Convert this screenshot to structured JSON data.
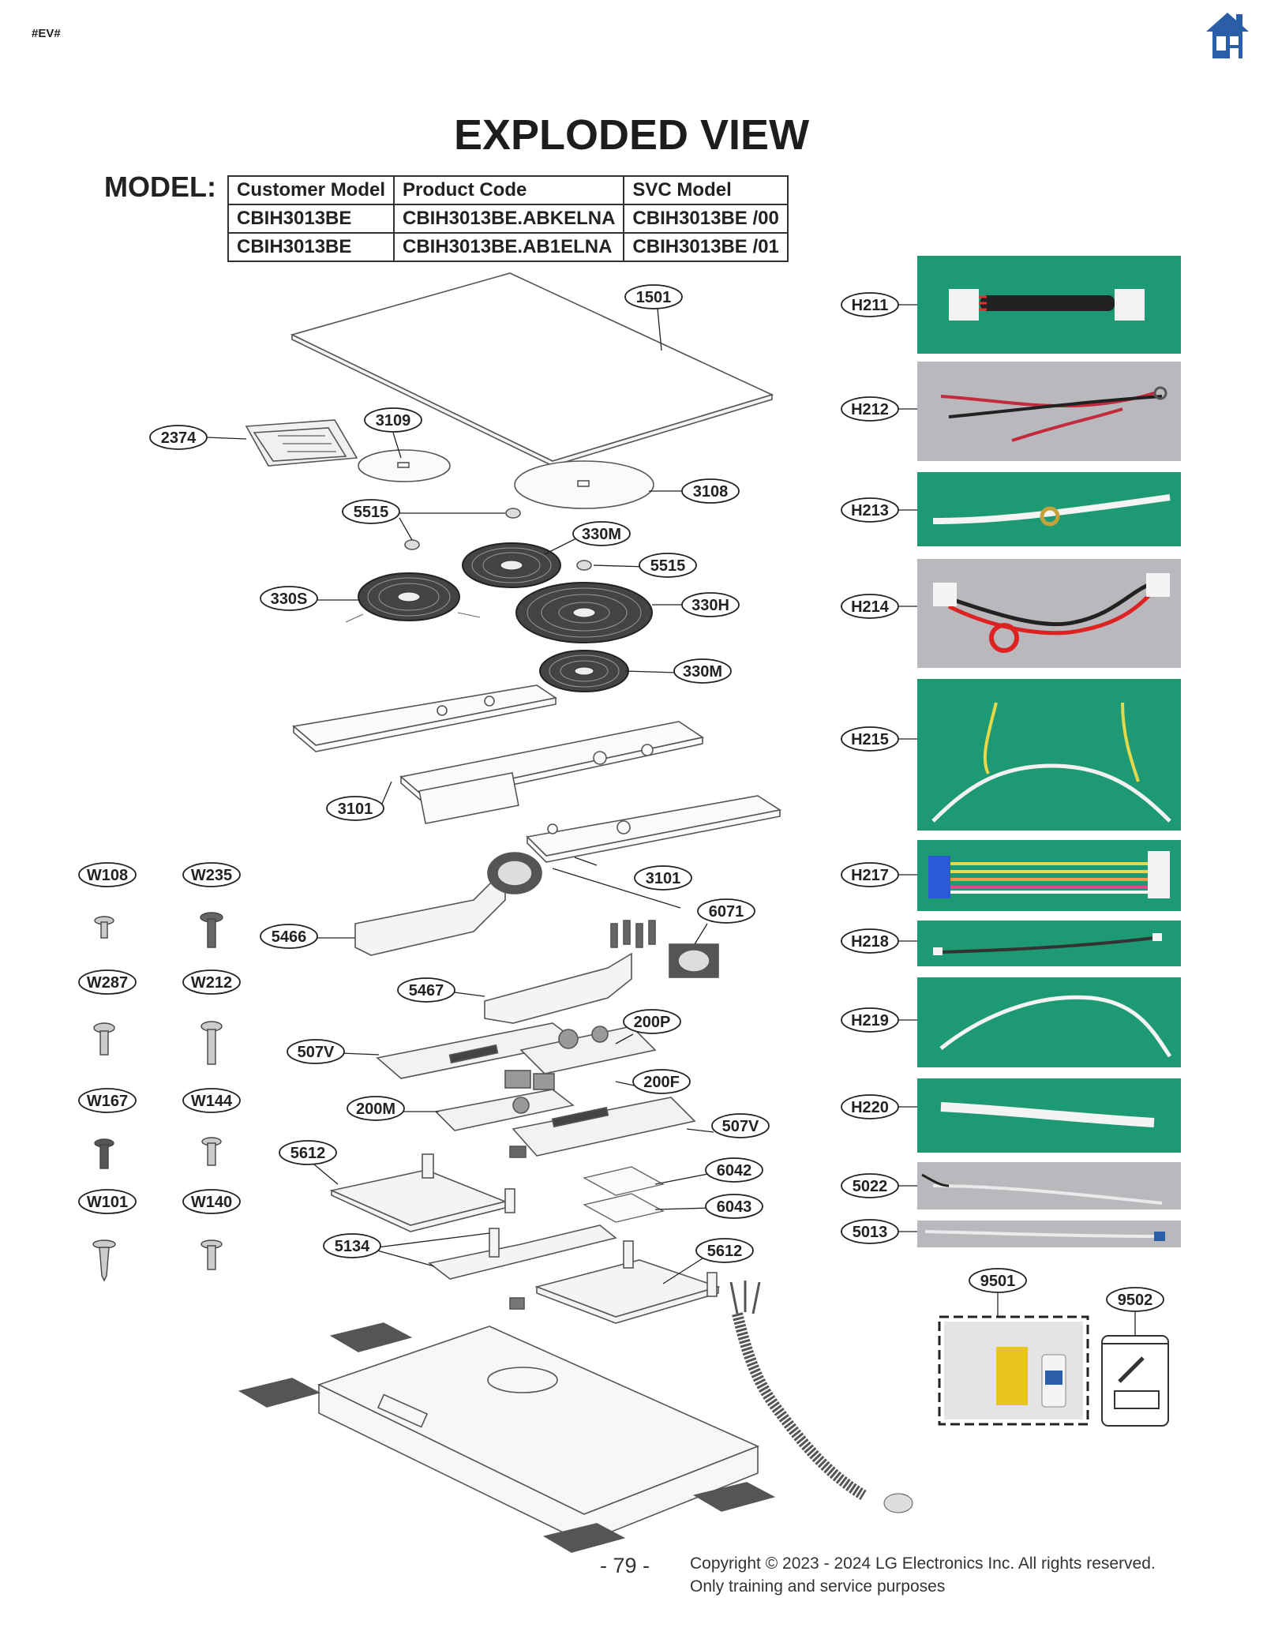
{
  "page": {
    "tag": "#EV#",
    "title": "EXPLODED VIEW",
    "page_number": "- 79 -",
    "copyright_line1": "Copyright © 2023 - 2024 LG Electronics Inc. All rights reserved.",
    "copyright_line2": "Only training and service purposes"
  },
  "model": {
    "label": "MODEL:",
    "headers": [
      "Customer Model",
      "Product Code",
      "SVC Model"
    ],
    "rows": [
      [
        "CBIH3013BE",
        "CBIH3013BE.ABKELNA",
        "CBIH3013BE  /00"
      ],
      [
        "CBIH3013BE",
        "CBIH3013BE.AB1ELNA",
        "CBIH3013BE  /01"
      ]
    ]
  },
  "parts": {
    "p1501": "1501",
    "p2374": "2374",
    "p3109": "3109",
    "p3108": "3108",
    "p5515a": "5515",
    "p5515b": "5515",
    "p330M_top": "330M",
    "p330S": "330S",
    "p330H": "330H",
    "p330M_bottom": "330M",
    "p3101a": "3101",
    "p3101b": "3101",
    "p6071": "6071",
    "p5466": "5466",
    "p5467": "5467",
    "p200P": "200P",
    "p507V_left": "507V",
    "p200F": "200F",
    "p200M": "200M",
    "p507V_right": "507V",
    "p5612_left": "5612",
    "p6042": "6042",
    "p6043": "6043",
    "p5134": "5134",
    "p5612_right": "5612",
    "W108": "W108",
    "W235": "W235",
    "W287": "W287",
    "W212": "W212",
    "W167": "W167",
    "W144": "W144",
    "W101": "W101",
    "W140": "W140",
    "H211": "H211",
    "H212": "H212",
    "H213": "H213",
    "H214": "H214",
    "H215": "H215",
    "H217": "H217",
    "H218": "H218",
    "H219": "H219",
    "H220": "H220",
    "p5022": "5022",
    "p5013": "5013",
    "p9501": "9501",
    "p9502": "9502"
  },
  "colors": {
    "photo_green": "#1d9a74",
    "photo_gray": "#b9b9bd",
    "home_blue": "#2a5fa8"
  }
}
